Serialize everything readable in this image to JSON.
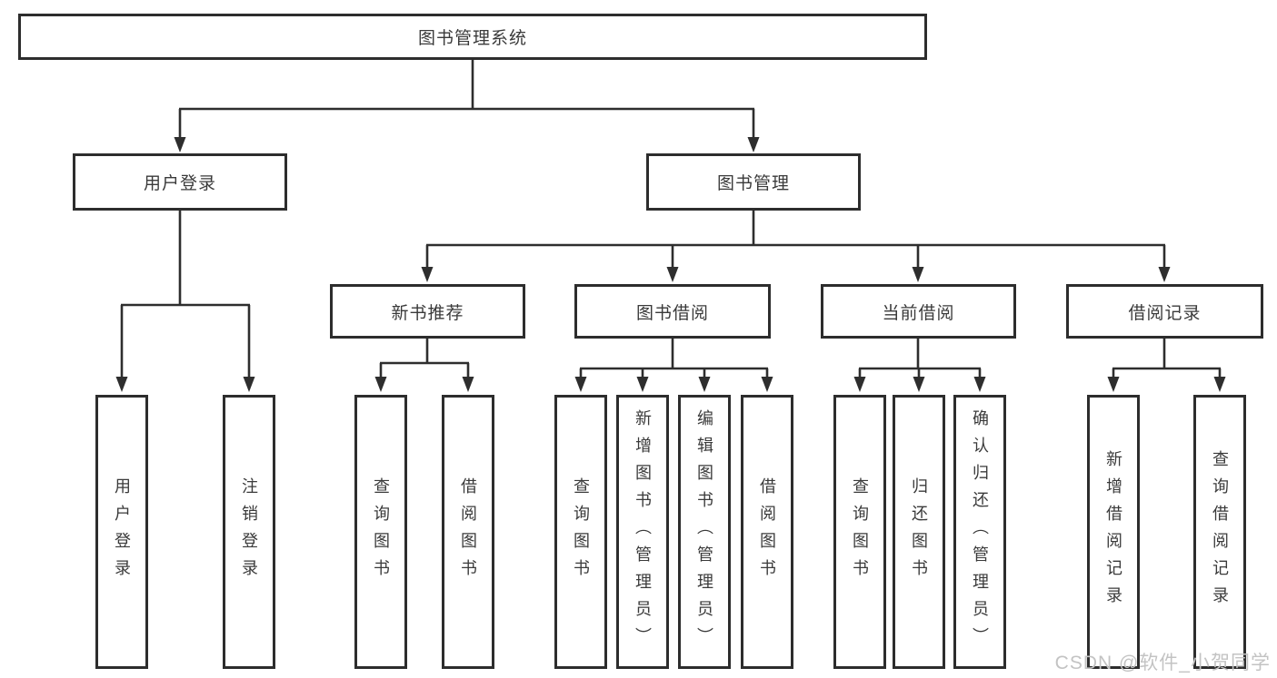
{
  "colors": {
    "background": "#ffffff",
    "box_border": "#2d2d2d",
    "connector_line": "#2e2e2e",
    "text": "#3a3a3a",
    "watermark_text": "#c3c3c3"
  },
  "watermark": {
    "text": "CSDN @软件_小贺同学"
  },
  "diagram": {
    "root": {
      "label": "图书管理系统",
      "children": [
        {
          "label": "用户登录",
          "children": [
            {
              "label": "用户登录"
            },
            {
              "label": "注销登录"
            }
          ]
        },
        {
          "label": "图书管理",
          "children": [
            {
              "label": "新书推荐",
              "children": [
                {
                  "label": "查询图书"
                },
                {
                  "label": "借阅图书"
                }
              ]
            },
            {
              "label": "图书借阅",
              "children": [
                {
                  "label": "查询图书"
                },
                {
                  "label": "新增图书（管理员）"
                },
                {
                  "label": "编辑图书（管理员）"
                },
                {
                  "label": "借阅图书"
                }
              ]
            },
            {
              "label": "当前借阅",
              "children": [
                {
                  "label": "查询图书"
                },
                {
                  "label": "归还图书"
                },
                {
                  "label": "确认归还（管理员）"
                }
              ]
            },
            {
              "label": "借阅记录",
              "children": [
                {
                  "label": "新增借阅记录"
                },
                {
                  "label": "查询借阅记录"
                }
              ]
            }
          ]
        }
      ]
    }
  }
}
